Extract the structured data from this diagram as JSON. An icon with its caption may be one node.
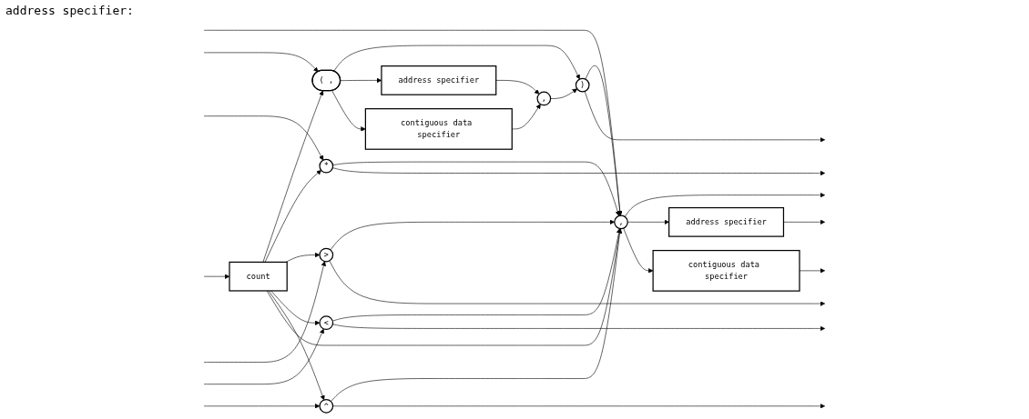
{
  "diagram": {
    "title": "address specifier:",
    "nodes": [
      {
        "text": [
          "count"
        ]
      },
      {
        "text": [
          "( ,"
        ]
      },
      {
        "text": [
          "address specifier"
        ]
      },
      {
        "text": [
          "contiguous data specifier"
        ]
      },
      {
        "text": [
          ","
        ]
      },
      {
        "text": [
          ")"
        ]
      },
      {
        "text": [
          "*"
        ]
      },
      {
        "text": [
          ">"
        ]
      },
      {
        "text": [
          "<"
        ]
      },
      {
        "text": [
          "^"
        ]
      },
      {
        "text": [
          ","
        ]
      },
      {
        "text": [
          "address specifier"
        ]
      },
      {
        "text": [
          "contiguous data specifier"
        ]
      }
    ],
    "edges": [
      {
        "from": null,
        "to": 0,
        "arrow": "to"
      },
      {
        "from": null,
        "to": 1,
        "arrow": "to"
      },
      {
        "from": null,
        "to": 6,
        "arrow": "to"
      },
      {
        "from": null,
        "to": 7,
        "arrow": "to"
      },
      {
        "from": null,
        "to": 8,
        "arrow": "to"
      },
      {
        "from": null,
        "to": 9,
        "arrow": "to"
      },
      {
        "from": null,
        "to": 10,
        "arrow": "to"
      },
      {
        "from": 0,
        "to": 1,
        "arrow": "to"
      },
      {
        "from": 0,
        "to": 6,
        "arrow": "to"
      },
      {
        "from": 0,
        "to": 7,
        "arrow": "to"
      },
      {
        "from": 0,
        "to": 8,
        "arrow": "to"
      },
      {
        "from": 0,
        "to": 9,
        "arrow": "to"
      },
      {
        "from": 0,
        "to": 10,
        "arrow": "to"
      },
      {
        "from": 1,
        "to": 5,
        "arrow": "to"
      },
      {
        "from": 1,
        "to": 2,
        "arrow": "to"
      },
      {
        "from": 1,
        "to": 3,
        "arrow": "to"
      },
      {
        "from": 2,
        "to": 4,
        "arrow": "to"
      },
      {
        "from": 3,
        "to": 4,
        "arrow": "to"
      },
      {
        "from": 4,
        "to": 5,
        "arrow": "to"
      },
      {
        "from": 5,
        "to": 10,
        "arrow": "to"
      },
      {
        "from": 6,
        "to": 10,
        "arrow": "to"
      },
      {
        "from": 7,
        "to": 10,
        "arrow": "to"
      },
      {
        "from": 8,
        "to": 10,
        "arrow": "to"
      },
      {
        "from": 9,
        "to": 10,
        "arrow": "to"
      },
      {
        "from": 5,
        "to": null,
        "arrow": "to"
      },
      {
        "from": 6,
        "to": null,
        "arrow": "to"
      },
      {
        "from": 7,
        "to": null,
        "arrow": "to"
      },
      {
        "from": 8,
        "to": null,
        "arrow": "to"
      },
      {
        "from": 9,
        "to": null,
        "arrow": "to"
      },
      {
        "from": 10,
        "to": null,
        "arrow": "to"
      },
      {
        "from": 10,
        "to": 11,
        "arrow": "to"
      },
      {
        "from": 10,
        "to": 12,
        "arrow": "to"
      },
      {
        "from": 11,
        "to": null,
        "arrow": "to"
      },
      {
        "from": 12,
        "to": null,
        "arrow": "to"
      }
    ]
  }
}
